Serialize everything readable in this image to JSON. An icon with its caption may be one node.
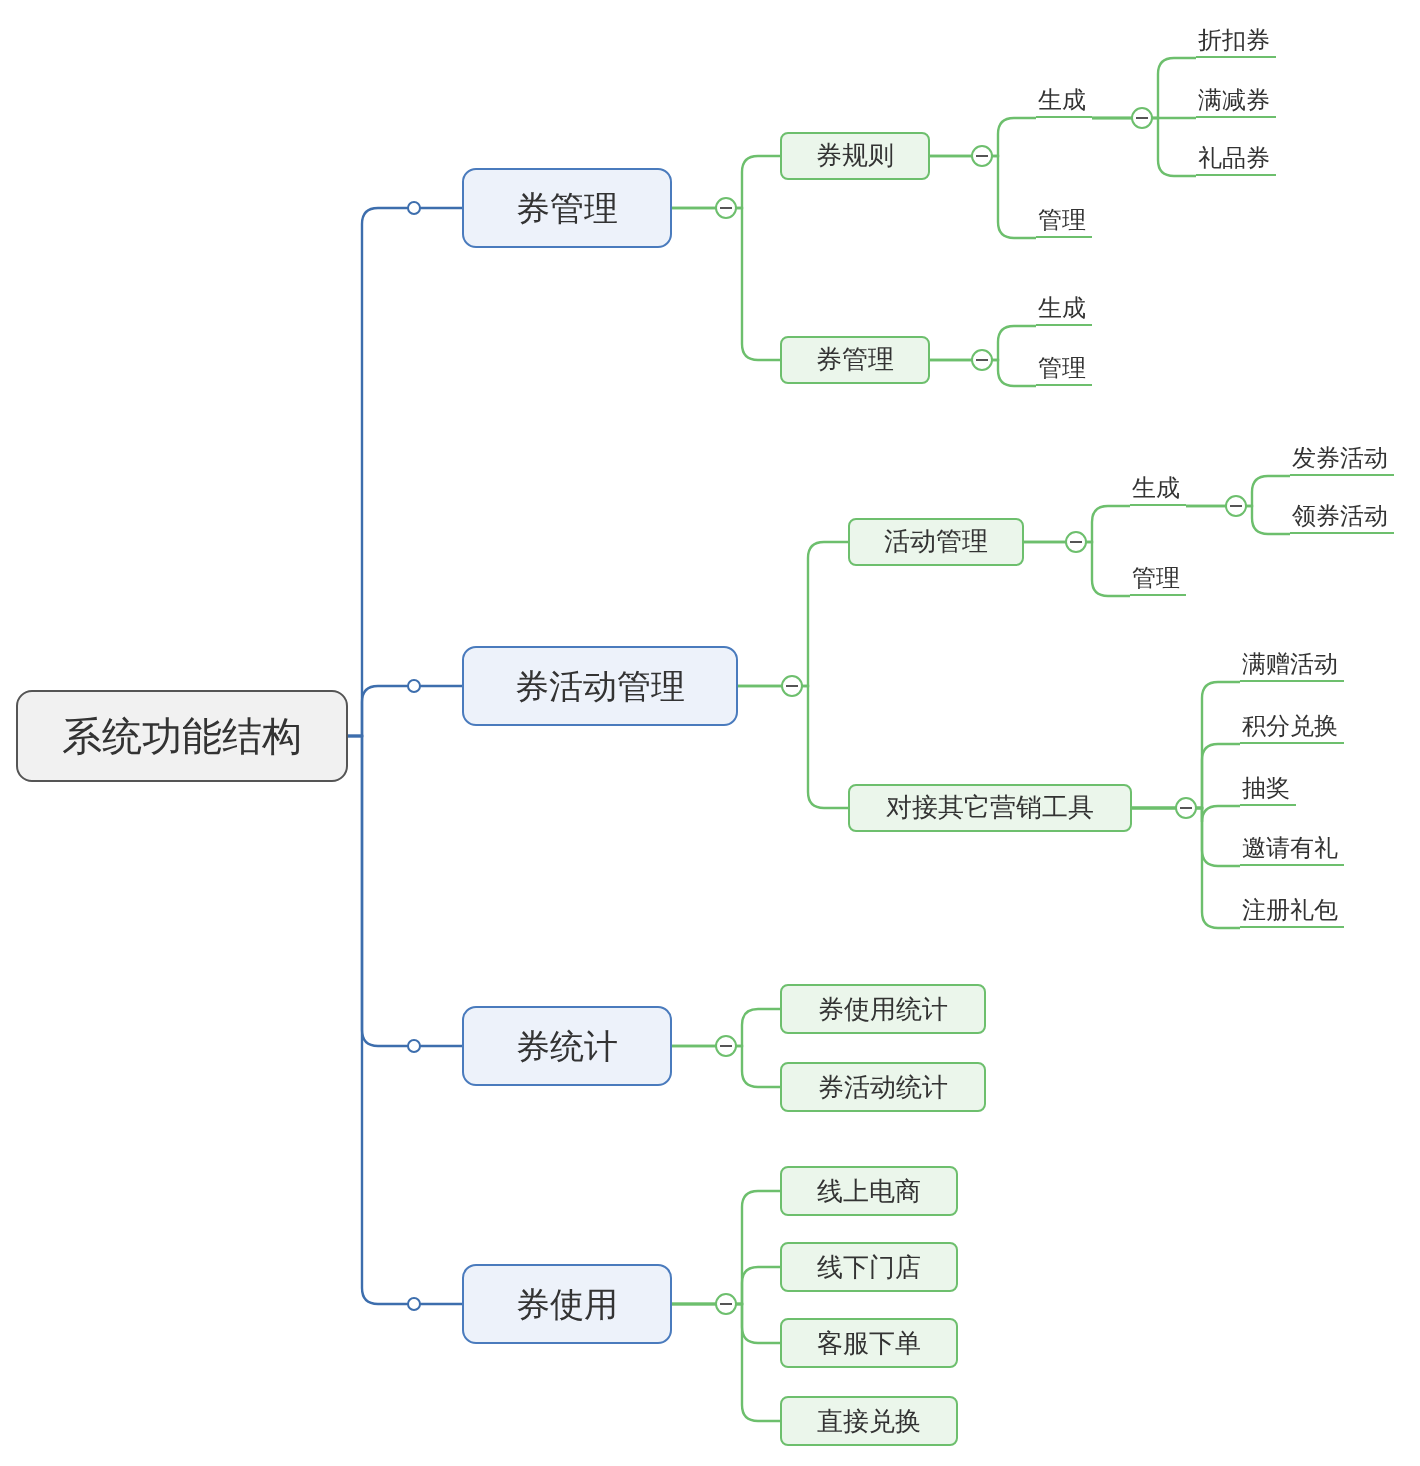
{
  "diagram": {
    "nodes": [
      {
        "text": [
          "系统功能结构"
        ]
      },
      {
        "text": [
          "券管理"
        ]
      },
      {
        "text": [
          "券规则"
        ]
      },
      {
        "text": [
          "生成"
        ]
      },
      {
        "text": [
          "折扣券"
        ]
      },
      {
        "text": [
          "满减券"
        ]
      },
      {
        "text": [
          "礼品券"
        ]
      },
      {
        "text": [
          "管理"
        ]
      },
      {
        "text": [
          "券管理"
        ]
      },
      {
        "text": [
          "生成"
        ]
      },
      {
        "text": [
          "管理"
        ]
      },
      {
        "text": [
          "券活动管理"
        ]
      },
      {
        "text": [
          "活动管理"
        ]
      },
      {
        "text": [
          "生成"
        ]
      },
      {
        "text": [
          "发券活动"
        ]
      },
      {
        "text": [
          "领券活动"
        ]
      },
      {
        "text": [
          "管理"
        ]
      },
      {
        "text": [
          "对接其它营销工具"
        ]
      },
      {
        "text": [
          "满赠活动"
        ]
      },
      {
        "text": [
          "积分兑换"
        ]
      },
      {
        "text": [
          "抽奖"
        ]
      },
      {
        "text": [
          "邀请有礼"
        ]
      },
      {
        "text": [
          "注册礼包"
        ]
      },
      {
        "text": [
          "券统计"
        ]
      },
      {
        "text": [
          "券使用统计"
        ]
      },
      {
        "text": [
          "券活动统计"
        ]
      },
      {
        "text": [
          "券使用"
        ]
      },
      {
        "text": [
          "线上电商"
        ]
      },
      {
        "text": [
          "线下门店"
        ]
      },
      {
        "text": [
          "客服下单"
        ]
      },
      {
        "text": [
          "直接兑换"
        ]
      }
    ],
    "edges": [
      {
        "from": 0,
        "to": 1,
        "arrow": "none",
        "color": "#3d6ead"
      },
      {
        "from": 1,
        "to": 2,
        "arrow": "none"
      },
      {
        "from": 2,
        "to": 3,
        "arrow": "none"
      },
      {
        "from": 3,
        "to": 4,
        "arrow": "none"
      },
      {
        "from": 3,
        "to": 5,
        "arrow": "none"
      },
      {
        "from": 3,
        "to": 6,
        "arrow": "none"
      },
      {
        "from": 2,
        "to": 7,
        "arrow": "none"
      },
      {
        "from": 1,
        "to": 8,
        "arrow": "none"
      },
      {
        "from": 8,
        "to": 9,
        "arrow": "none"
      },
      {
        "from": 8,
        "to": 10,
        "arrow": "none"
      },
      {
        "from": 0,
        "to": 11,
        "arrow": "none",
        "color": "#3d6ead"
      },
      {
        "from": 11,
        "to": 12,
        "arrow": "none"
      },
      {
        "from": 12,
        "to": 13,
        "arrow": "none"
      },
      {
        "from": 13,
        "to": 14,
        "arrow": "none"
      },
      {
        "from": 13,
        "to": 15,
        "arrow": "none"
      },
      {
        "from": 12,
        "to": 16,
        "arrow": "none"
      },
      {
        "from": 11,
        "to": 17,
        "arrow": "none"
      },
      {
        "from": 17,
        "to": 18,
        "arrow": "none"
      },
      {
        "from": 17,
        "to": 19,
        "arrow": "none"
      },
      {
        "from": 17,
        "to": 20,
        "arrow": "none"
      },
      {
        "from": 17,
        "to": 21,
        "arrow": "none"
      },
      {
        "from": 17,
        "to": 22,
        "arrow": "none"
      },
      {
        "from": 0,
        "to": 23,
        "arrow": "none",
        "color": "#3d6ead"
      },
      {
        "from": 23,
        "to": 24,
        "arrow": "none"
      },
      {
        "from": 23,
        "to": 25,
        "arrow": "none"
      },
      {
        "from": 0,
        "to": 26,
        "arrow": "none",
        "color": "#3d6ead"
      },
      {
        "from": 26,
        "to": 27,
        "arrow": "none"
      },
      {
        "from": 26,
        "to": 28,
        "arrow": "none"
      },
      {
        "from": 26,
        "to": 29,
        "arrow": "none"
      },
      {
        "from": 26,
        "to": 30,
        "arrow": "none"
      }
    ]
  }
}
